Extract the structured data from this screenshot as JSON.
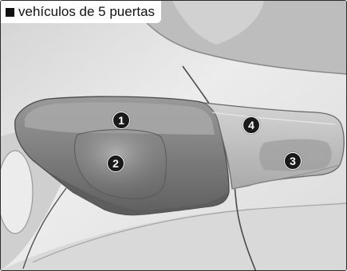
{
  "caption": {
    "text": "vehículos de 5 puertas",
    "marker_icon": "black-square-icon"
  },
  "callouts": [
    "1",
    "2",
    "3",
    "4"
  ],
  "colors": {
    "car_body": "#e3e3e3",
    "lamp_dark": "#7d7d7d",
    "lamp_light": "#c9c9c9",
    "callout_fill": "#1a1a1a",
    "border": "#2b2b2b"
  }
}
